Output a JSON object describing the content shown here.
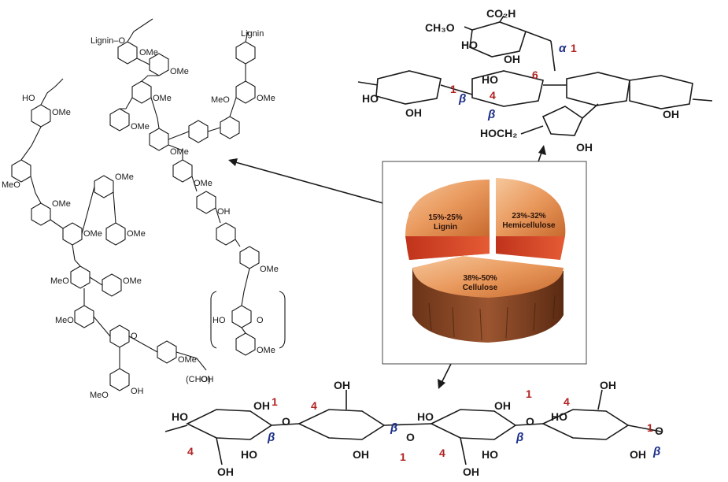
{
  "pie": {
    "lignin": {
      "range": "15%-25%",
      "name": "Lignin"
    },
    "hemicellulose": {
      "range": "23%-32%",
      "name": "Hemicellulose"
    },
    "cellulose": {
      "range": "38%-50%",
      "name": "Cellulose"
    }
  },
  "hemicellulose_structure": {
    "co2h": "CO₂H",
    "ch3o": "CH₃O",
    "ho_labels": [
      "HO",
      "OH",
      "HO",
      "OH",
      "HO",
      "OH",
      "OH"
    ],
    "hoch2": "HOCH₂",
    "alpha": "α",
    "beta": "β",
    "numbers": [
      "1",
      "6",
      "1",
      "4"
    ]
  },
  "cellulose_structure": {
    "oh": "OH",
    "ho": "HO",
    "beta": "β",
    "numbers": [
      "1",
      "4",
      "1",
      "4",
      "1",
      "4",
      "1"
    ],
    "o": "O"
  },
  "lignin_structure": {
    "ome": "OMe",
    "oh": "OH",
    "ho": "HO",
    "meo": "MeO",
    "o": "O",
    "lignin_ref": "Lignin",
    "lignin_o": "Lignin–O",
    "cho": "(CHO)"
  }
}
